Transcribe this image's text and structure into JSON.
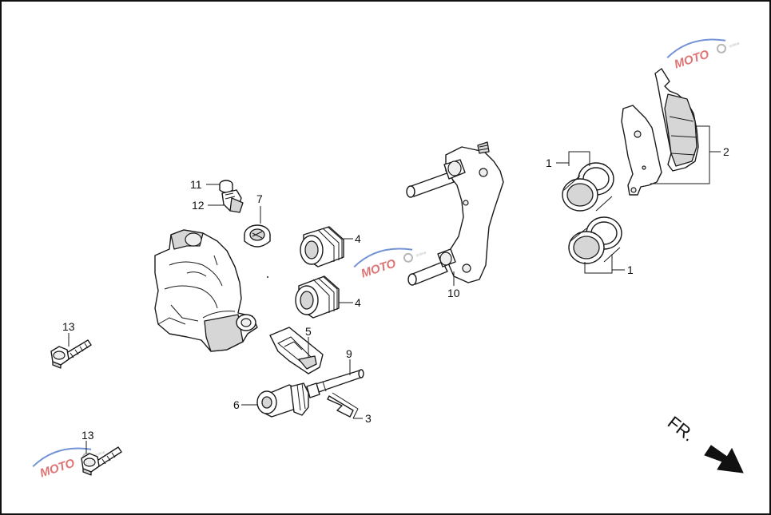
{
  "diagram": {
    "callouts": {
      "c1a": "1",
      "c1b": "1",
      "c2": "2",
      "c3": "3",
      "c4a": "4",
      "c4b": "4",
      "c5": "5",
      "c6": "6",
      "c7": "7",
      "c9": "9",
      "c10": "10",
      "c11": "11",
      "c12": "12",
      "c13a": "13",
      "c13b": "13"
    },
    "direction_label": "FR."
  },
  "watermark": {
    "text": "MOTO",
    "tagline": "online",
    "colors": {
      "red": "#d23a3a",
      "blue": "#3a66c4",
      "gray": "#9a9a9a"
    }
  },
  "colors": {
    "line": "#1a1a1a",
    "shade": "#d6d6d6",
    "border": "#111111"
  }
}
